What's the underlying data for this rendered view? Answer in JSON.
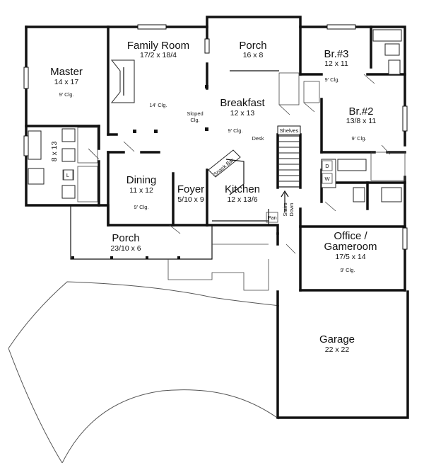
{
  "rooms": {
    "master": {
      "name": "Master",
      "dims": "14 x 17",
      "clg": "9' Clg."
    },
    "family": {
      "name": "Family Room",
      "dims": "17/2 x 18/4",
      "clg": "14' Clg."
    },
    "porch_top": {
      "name": "Porch",
      "dims": "16 x 8"
    },
    "br3": {
      "name": "Br.#3",
      "dims": "12 x 11",
      "clg": "9' Clg."
    },
    "br2": {
      "name": "Br.#2",
      "dims": "13/8 x 11",
      "clg": "9' Clg."
    },
    "breakfast": {
      "name": "Breakfast",
      "dims": "12 x 13",
      "clg": "9' Clg."
    },
    "dining": {
      "name": "Dining",
      "dims": "11 x 12",
      "clg": "9' Clg."
    },
    "foyer": {
      "name": "Foyer",
      "dims": "5/10 x 9"
    },
    "kitchen": {
      "name": "Kitchen",
      "dims": "12 x 13/6"
    },
    "porch_front": {
      "name": "Porch",
      "dims": "23/10 x 6"
    },
    "office": {
      "name1": "Office /",
      "name2": "Gameroom",
      "dims": "17/5 x 14",
      "clg": "9' Clg."
    },
    "garage": {
      "name": "Garage",
      "dims": "22 x 22"
    },
    "master_bath": {
      "dims": "8 x 13"
    }
  },
  "labels": {
    "sloped_1": "Sloped",
    "sloped_2": "Clg.",
    "desk": "Desk",
    "shelves": "Shelves",
    "snack_bar": "Snack Bar",
    "pan": "Pan",
    "stairs_1": "Stairs",
    "stairs_2": "Down",
    "linen": "L",
    "dryer": "D",
    "washer": "W"
  }
}
